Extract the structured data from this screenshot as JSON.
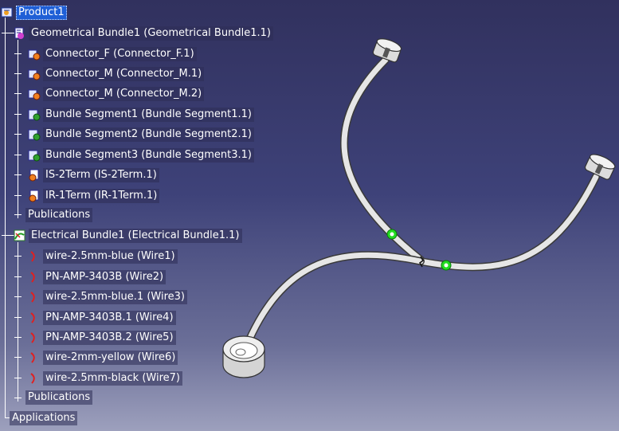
{
  "tree": {
    "root": {
      "label": "Product1",
      "icon": "product-icon"
    },
    "geometrical_bundle": {
      "label": "Geometrical Bundle1 (Geometrical Bundle1.1)",
      "icon": "geometrical-bundle-icon",
      "children": [
        {
          "label": "Connector_F (Connector_F.1)",
          "icon": "connector-icon"
        },
        {
          "label": "Connector_M (Connector_M.1)",
          "icon": "connector-icon"
        },
        {
          "label": "Connector_M (Connector_M.2)",
          "icon": "connector-icon"
        },
        {
          "label": "Bundle Segment1 (Bundle Segment1.1)",
          "icon": "bundle-segment-icon"
        },
        {
          "label": "Bundle Segment2 (Bundle Segment2.1)",
          "icon": "bundle-segment-icon"
        },
        {
          "label": "Bundle Segment3 (Bundle Segment3.1)",
          "icon": "bundle-segment-icon"
        },
        {
          "label": "IS-2Term (IS-2Term.1)",
          "icon": "terminal-icon"
        },
        {
          "label": "IR-1Term (IR-1Term.1)",
          "icon": "terminal-icon"
        }
      ],
      "publications": "Publications"
    },
    "electrical_bundle": {
      "label": "Electrical Bundle1 (Electrical Bundle1.1)",
      "icon": "electrical-bundle-icon",
      "children": [
        {
          "label": "wire-2.5mm-blue (Wire1)",
          "icon": "wire-icon"
        },
        {
          "label": "PN-AMP-3403B (Wire2)",
          "icon": "wire-icon"
        },
        {
          "label": "wire-2.5mm-blue.1 (Wire3)",
          "icon": "wire-icon"
        },
        {
          "label": "PN-AMP-3403B.1 (Wire4)",
          "icon": "wire-icon"
        },
        {
          "label": "PN-AMP-3403B.2 (Wire5)",
          "icon": "wire-icon"
        },
        {
          "label": "wire-2mm-yellow (Wire6)",
          "icon": "wire-icon"
        },
        {
          "label": "wire-2.5mm-black (Wire7)",
          "icon": "wire-icon"
        }
      ],
      "publications": "Publications"
    },
    "applications": "Applications"
  },
  "colors": {
    "background_top": "#31315e",
    "background_bottom": "#9da0bd",
    "selection": "#1f5fd6",
    "tube_fill": "#e6e6e6",
    "tube_outline": "#3a3a3a",
    "constraint_green": "#22dd22",
    "wire_icon_red": "#e02020"
  }
}
